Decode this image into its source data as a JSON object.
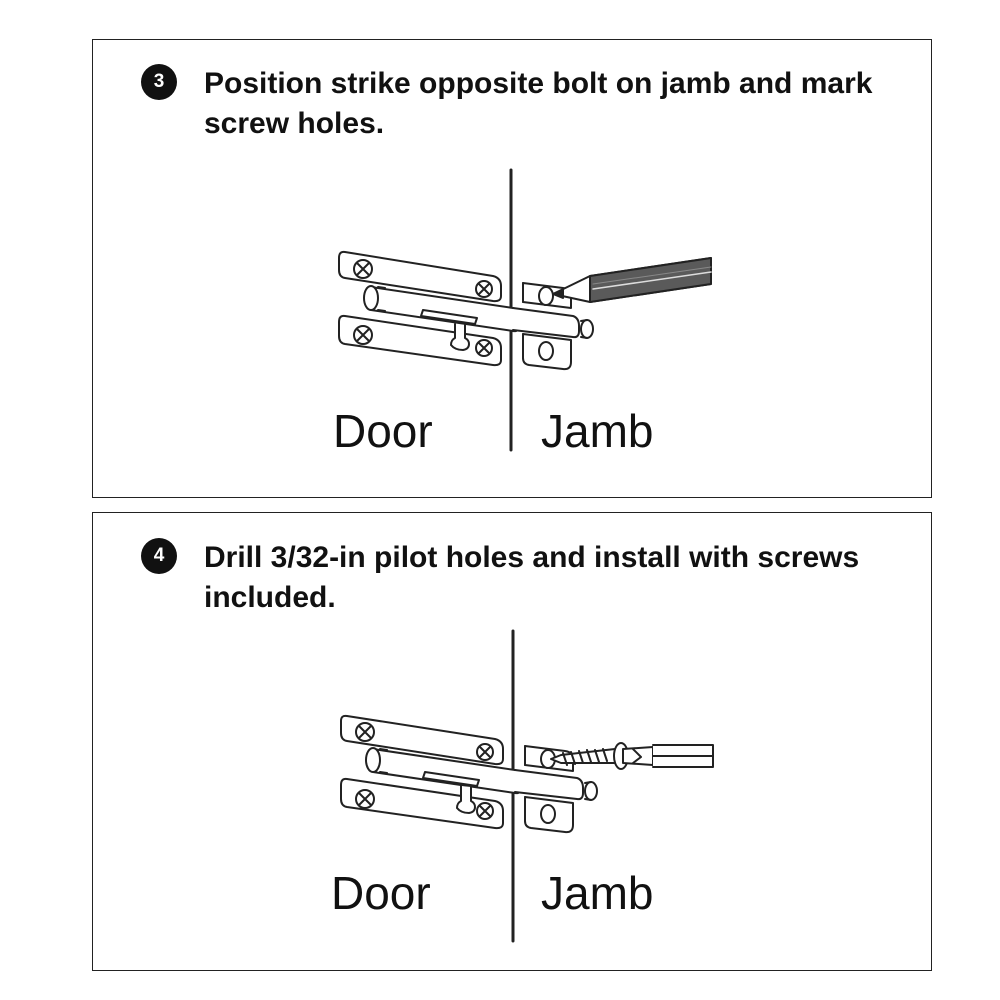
{
  "steps": [
    {
      "number": "3",
      "text": "Position strike opposite bolt on jamb and mark screw holes.",
      "door_label": "Door",
      "jamb_label": "Jamb",
      "tool_icon": "pencil-icon"
    },
    {
      "number": "4",
      "text": "Drill 3/32-in pilot holes and install with screws included.",
      "door_label": "Door",
      "jamb_label": "Jamb",
      "tool_icon": "screwdriver-icon"
    }
  ],
  "colors": {
    "line": "#222222",
    "text": "#111111",
    "badge": "#111111",
    "pencil": "#555555"
  }
}
